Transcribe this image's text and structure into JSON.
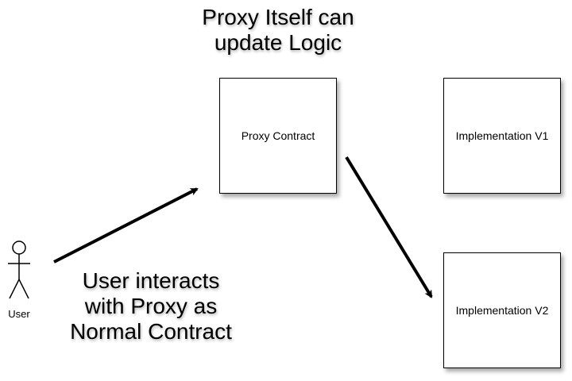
{
  "top_annotation": {
    "line1": "Proxy Itself can",
    "line2": "update Logic"
  },
  "bottom_annotation": {
    "line1": "User interacts",
    "line2": "with Proxy as",
    "line3": "Normal Contract"
  },
  "actor": {
    "label": "User",
    "icon": "stick-figure-icon"
  },
  "boxes": {
    "proxy": "Proxy Contract",
    "implementation_v1": "Implementation V1",
    "implementation_v2": "Implementation V2"
  },
  "arrows": [
    {
      "from": "User",
      "to": "Proxy Contract"
    },
    {
      "from": "Proxy Contract",
      "to": "Implementation V2"
    }
  ]
}
